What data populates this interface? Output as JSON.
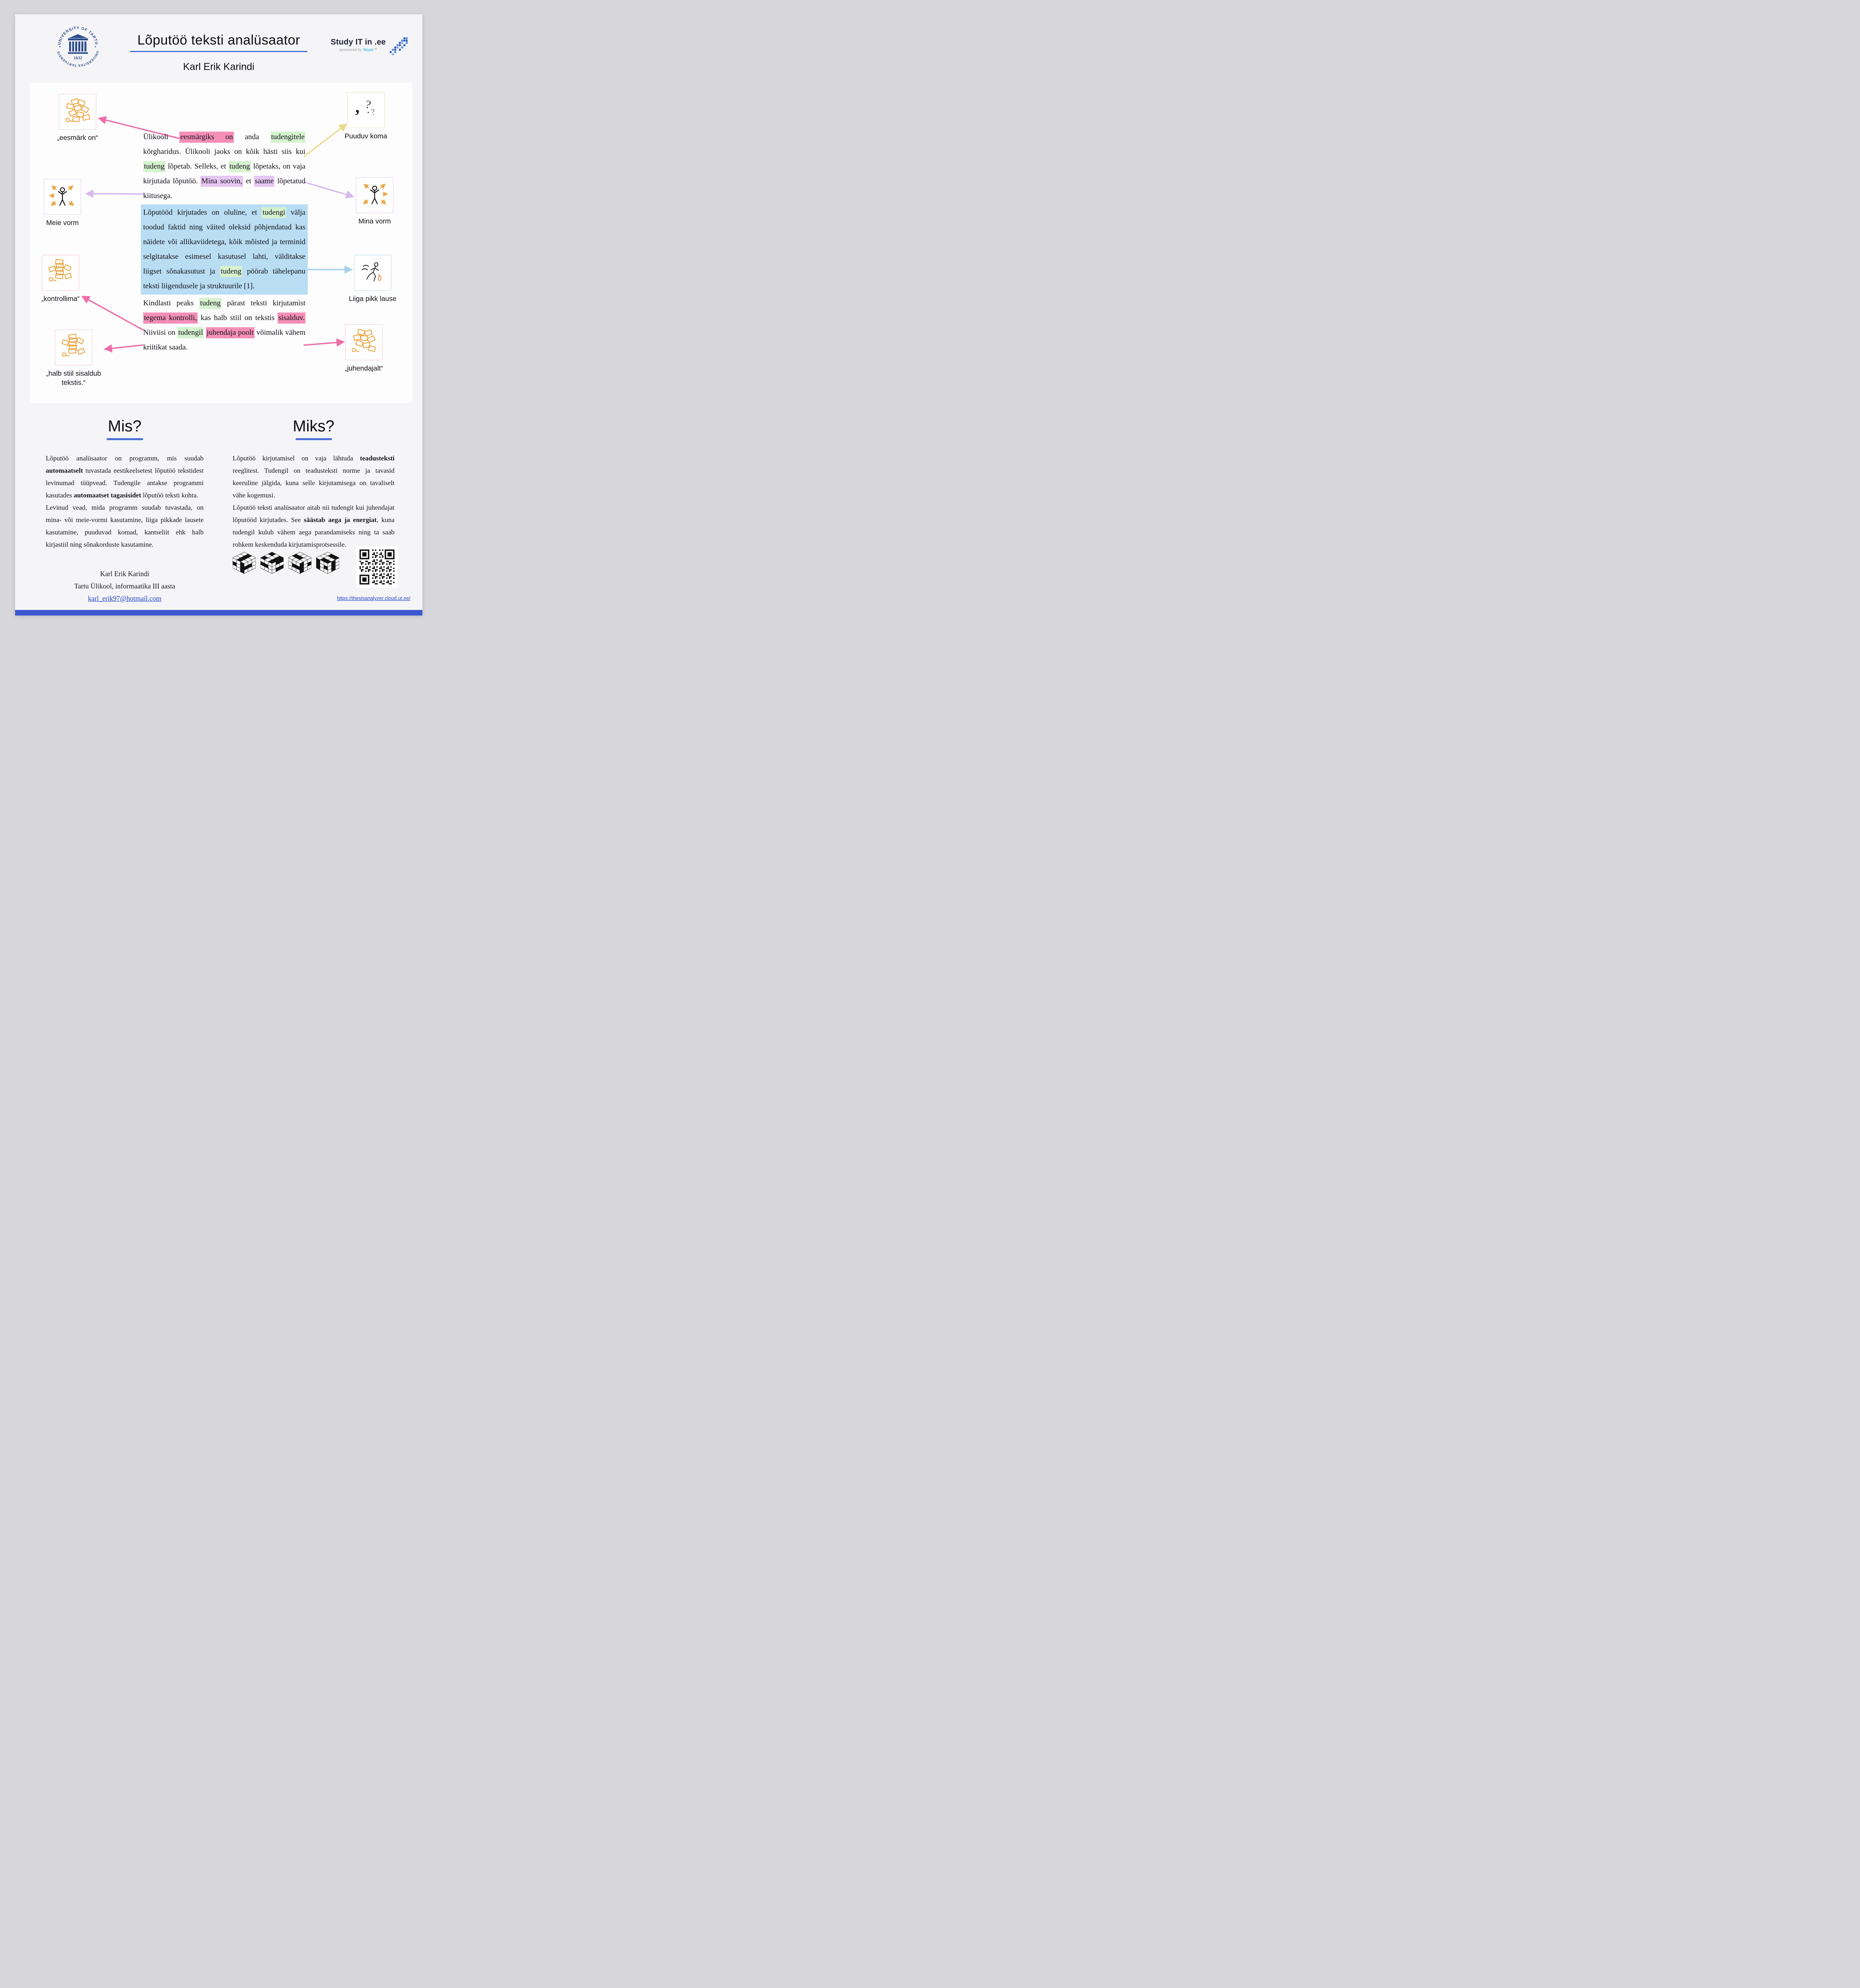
{
  "header": {
    "title": "Lõputöö teksti analüsaator",
    "subtitle": "Karl Erik Karindi",
    "ut_logo": {
      "top_text": "UNIVERSITY OF TARTU",
      "bottom_text": "UNIVERSITAS TARTUENSIS",
      "year": "1632",
      "star": "✦"
    },
    "studyit": {
      "text": "Study IT in .ee",
      "sub_prefix": "sponsored by ",
      "sub_brand": "Skype",
      "sub_tm": "™"
    }
  },
  "main": {
    "callouts": [
      {
        "label": "„eesmärk on“",
        "icon": "paper-pile-icon"
      },
      {
        "label": "Puuduv koma",
        "icon": "comma-question-icon"
      },
      {
        "label": "Meie vorm",
        "icon": "person-arrows-icon"
      },
      {
        "label": "Mina vorm",
        "icon": "person-arrows-icon"
      },
      {
        "label": "„kontrollima“",
        "icon": "paper-pile-icon"
      },
      {
        "label": "Liiga pikk lause",
        "icon": "running-person-icon"
      },
      {
        "label": "„halb stiil sisaldub tekstis.“",
        "icon": "paper-pile-icon"
      },
      {
        "label": "„juhendajalt“",
        "icon": "paper-pile-icon"
      }
    ],
    "icon_glyphs": {
      "comma": ",",
      "question1": "?",
      "question2": "?"
    },
    "paragraphs": [
      {
        "segments": [
          {
            "t": "Ülikooli "
          },
          {
            "t": "eesmärgiks on",
            "hl": "pink"
          },
          {
            "t": " anda "
          },
          {
            "t": "tudengitele",
            "hl": "green"
          },
          {
            "t": " kõrgharidus. Ülikooli jaoks on kõik hästi siis kui "
          },
          {
            "t": "tudeng",
            "hl": "green"
          },
          {
            "t": " lõpetab. Selleks, et "
          },
          {
            "t": "tudeng",
            "hl": "green"
          },
          {
            "t": " lõpetaks, on vaja kirjutada lõputöö. "
          },
          {
            "t": "Mina soovin,",
            "hl": "purple"
          },
          {
            "t": " et "
          },
          {
            "t": "saame",
            "hl": "purple"
          },
          {
            "t": " lõpetatud kiitusega."
          }
        ]
      },
      {
        "block": "blue",
        "segments": [
          {
            "t": "Lõputööd kirjutades on oluline, et "
          },
          {
            "t": "tudengi",
            "hl": "green"
          },
          {
            "t": " välja toodud faktid ning väited oleksid põhjendatud kas näidete või allikaviidetega, kõik mõisted ja terminid selgitatakse esimesel kasutusel lahti, välditakse liigset sõnakasutust ja "
          },
          {
            "t": "tudeng",
            "hl": "green"
          },
          {
            "t": " pöörab tähelepanu teksti liigendusele ja struktuurile [1]."
          }
        ]
      },
      {
        "segments": [
          {
            "t": "Kindlasti peaks "
          },
          {
            "t": "tudeng",
            "hl": "green"
          },
          {
            "t": " pärast teksti kirjutamist "
          },
          {
            "t": "tegema kontrolli,",
            "hl": "pink"
          },
          {
            "t": " kas halb stiil on tekstis "
          },
          {
            "t": "sisalduv.",
            "hl": "pink"
          },
          {
            "t": " Niiviisi on "
          },
          {
            "t": "tudengil",
            "hl": "green"
          },
          {
            "t": " "
          },
          {
            "t": "juhendaja poolt",
            "hl": "pink"
          },
          {
            "t": " võimalik vähem kriitikat saada."
          }
        ]
      }
    ]
  },
  "bottom": {
    "left": {
      "heading": "Mis?",
      "paragraphs": [
        {
          "segments": [
            {
              "t": "Lõputöö analüsaator on programm, mis suudab "
            },
            {
              "t": "automaatselt",
              "b": true
            },
            {
              "t": " tuvastada eestikeelsetest lõputöö tekstidest levinumad tüüpvead. Tudengile antakse programmi kasutades "
            },
            {
              "t": "automaatset tagasisidet",
              "b": true
            },
            {
              "t": " lõputöö teksti kohta."
            }
          ]
        },
        {
          "segments": [
            {
              "t": "Levinud vead, mida programm suudab tuvastada, on mina- või meie-vormi kasutamine, liiga pikkade lausete kasutamine, puuduvad komad, kantseliit ehk halb kirjastiil ning sõnakorduste kasutamine."
            }
          ]
        }
      ]
    },
    "right": {
      "heading": "Miks?",
      "paragraphs": [
        {
          "segments": [
            {
              "t": "Lõputöö kirjutamisel on vaja lähtuda "
            },
            {
              "t": "teadusteksti",
              "b": true
            },
            {
              "t": " reeglitest. Tudengil on teadusteksti norme ja tavasid keeruline jälgida, kuna selle kirjutamisega on tavaliselt vähe kogemusi."
            }
          ]
        },
        {
          "segments": [
            {
              "t": "Lõputöö teksti analüsaator aitab nii tudengit kui juhendajat lõputööd kirjutades. See "
            },
            {
              "t": "säästab aega ja energiat",
              "b": true
            },
            {
              "t": ", kuna tudengil kulub vähem aega parandamiseks ning ta saab rohkem keskenduda kirjutamisprotsessile."
            }
          ]
        }
      ]
    },
    "footer": {
      "name": "Karl Erik Karindi",
      "affiliation": "Tartu Ülikool, informaatika III aasta",
      "email": "karl_erik97@hotmail.com",
      "url": "https://thesisanalyzer.cloud.ut.ee/"
    },
    "cubes": [
      "rubik-cube-icon",
      "rubik-cube-icon",
      "rubik-cube-icon",
      "rubik-cube-icon"
    ]
  },
  "colors": {
    "accent_blue": "#3b5ed8",
    "highlight_pink": "#f48fb8",
    "highlight_green": "#d6f2cf",
    "highlight_purple": "#e6c6f2",
    "highlight_blue_block": "#b9ddf3",
    "arrow_pink": "#ee6fa8",
    "arrow_yellow": "#e9dc8f",
    "arrow_purple": "#d9b8ef",
    "arrow_blue": "#a8d2ea",
    "icon_orange": "#eda849",
    "ut_blue": "#2b4a8b",
    "skype_blue": "#00aff0"
  }
}
